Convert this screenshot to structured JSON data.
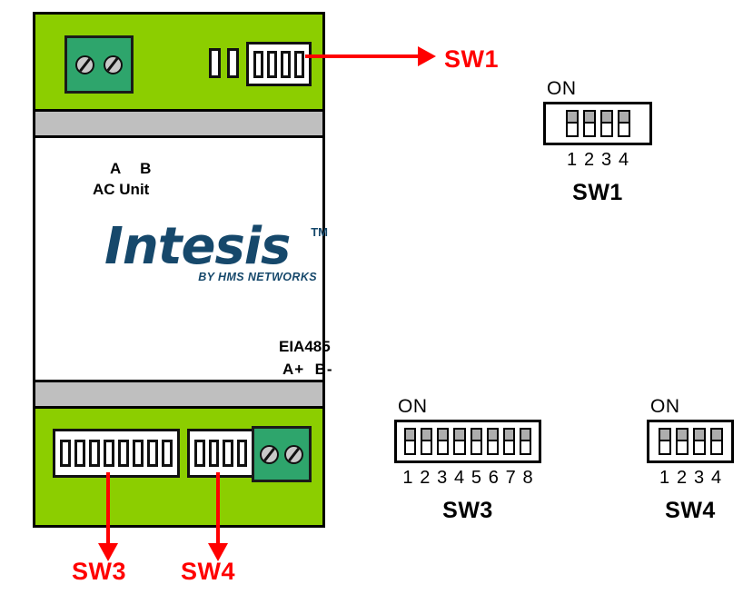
{
  "device": {
    "name": "Intesis DIN-rail gateway",
    "brand_logo": "Intesis",
    "brand_tm": "TM",
    "brand_tagline": "BY HMS NETWORKS",
    "silkscreen": {
      "ac_unit_pins": "A  B",
      "ac_unit_label": "AC Unit",
      "eia485_label": "EIA485",
      "eia485_pins": "A+  B-"
    },
    "colors": {
      "housing_green": "#8CCE00",
      "din_band_grey": "#BFBFBF",
      "terminal_green": "#2EA56C",
      "screw_grey": "#C9C9C9",
      "logo_blue": "#16486B",
      "callout_red": "#FF0000",
      "switch_slider_grey": "#ADADAD",
      "body_white": "#FFFFFF",
      "outline_black": "#000000"
    },
    "top_panel": {
      "screw_terminal_screws": 2,
      "led_count": 2,
      "connector_pins": 4
    },
    "bottom_panel": {
      "connector_sw3_pins": 8,
      "connector_sw4_pins": 4,
      "screw_terminal_screws": 2
    }
  },
  "dip_switches": [
    {
      "id": "sw1",
      "title": "SW1",
      "on_label": "ON",
      "positions": 4,
      "numbers": [
        "1",
        "2",
        "3",
        "4"
      ],
      "states": [
        "on",
        "on",
        "on",
        "on"
      ]
    },
    {
      "id": "sw3",
      "title": "SW3",
      "on_label": "ON",
      "positions": 8,
      "numbers": [
        "1",
        "2",
        "3",
        "4",
        "5",
        "6",
        "7",
        "8"
      ],
      "states": [
        "on",
        "on",
        "on",
        "on",
        "on",
        "on",
        "on",
        "on"
      ]
    },
    {
      "id": "sw4",
      "title": "SW4",
      "on_label": "ON",
      "positions": 4,
      "numbers": [
        "1",
        "2",
        "3",
        "4"
      ],
      "states": [
        "on",
        "on",
        "on",
        "on"
      ]
    }
  ],
  "callouts": [
    {
      "id": "sw1",
      "label": "SW1",
      "direction": "right"
    },
    {
      "id": "sw3",
      "label": "SW3",
      "direction": "down"
    },
    {
      "id": "sw4",
      "label": "SW4",
      "direction": "down"
    }
  ]
}
